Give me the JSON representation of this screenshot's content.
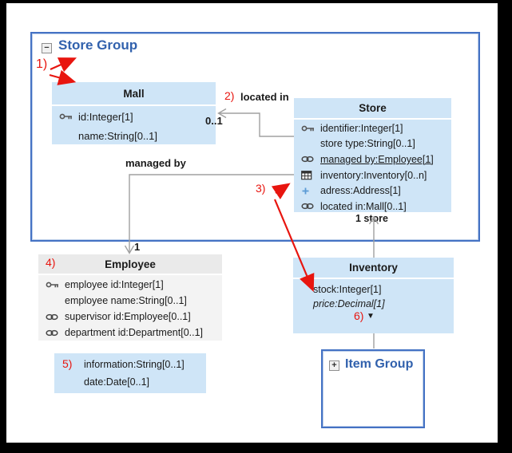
{
  "diagram": {
    "store_group": {
      "title": "Store Group",
      "collapse_glyph": "−"
    },
    "item_group": {
      "title": "Item Group",
      "expand_glyph": "+"
    },
    "mall": {
      "title": "Mall",
      "attrs": [
        {
          "icon": "key-icon",
          "text": "id:Integer[1]"
        },
        {
          "icon": "none",
          "text": "name:String[0..1]"
        }
      ]
    },
    "store": {
      "title": "Store",
      "attrs": [
        {
          "icon": "key-icon",
          "text": "identifier:Integer[1]"
        },
        {
          "icon": "none",
          "text": "store type:String[0..1]"
        },
        {
          "icon": "link-icon",
          "text": "managed by:Employee[1]"
        },
        {
          "icon": "table-icon",
          "text": "inventory:Inventory[0..n]"
        },
        {
          "icon": "plus-icon",
          "text": "adress:Address[1]"
        },
        {
          "icon": "link-icon",
          "text": "located in:Mall[0..1]"
        }
      ]
    },
    "employee": {
      "title": "Employee",
      "attrs": [
        {
          "icon": "key-icon",
          "text": "employee id:Integer[1]"
        },
        {
          "icon": "none",
          "text": "employee name:String[0..1]"
        },
        {
          "icon": "link-icon",
          "text": "supervisor id:Employee[0..1]"
        },
        {
          "icon": "link-icon",
          "text": "department id:Department[0..1]"
        }
      ]
    },
    "inventory": {
      "title": "Inventory",
      "attrs": [
        {
          "icon": "none",
          "text": "stock:Integer[1]"
        },
        {
          "icon": "none",
          "text": "price:Decimal[1]"
        }
      ]
    },
    "detached_attrs": {
      "attrs": [
        {
          "text": "information:String[0..1]"
        },
        {
          "text": "date:Date[0..1]"
        }
      ]
    },
    "edges": {
      "located_in": {
        "label": "located in",
        "target_multiplicity": "0..1"
      },
      "managed_by": {
        "label": "managed by",
        "target_multiplicity": "1"
      },
      "store_inventory": {
        "source_label": "1 store"
      }
    },
    "annotations": {
      "n1": "1)",
      "n2": "2)",
      "n3": "3)",
      "n4": "4)",
      "n5": "5)",
      "n6": "6)",
      "n6_glyph": "▼"
    },
    "colors": {
      "class_fill": "#cfe5f7",
      "neutral_fill": "#f3f3f3",
      "group_border": "#4472c4",
      "group_title_text": "#3161ad",
      "annotation_red": "#e8150f",
      "connector_gray": "#a0a0a0"
    }
  }
}
